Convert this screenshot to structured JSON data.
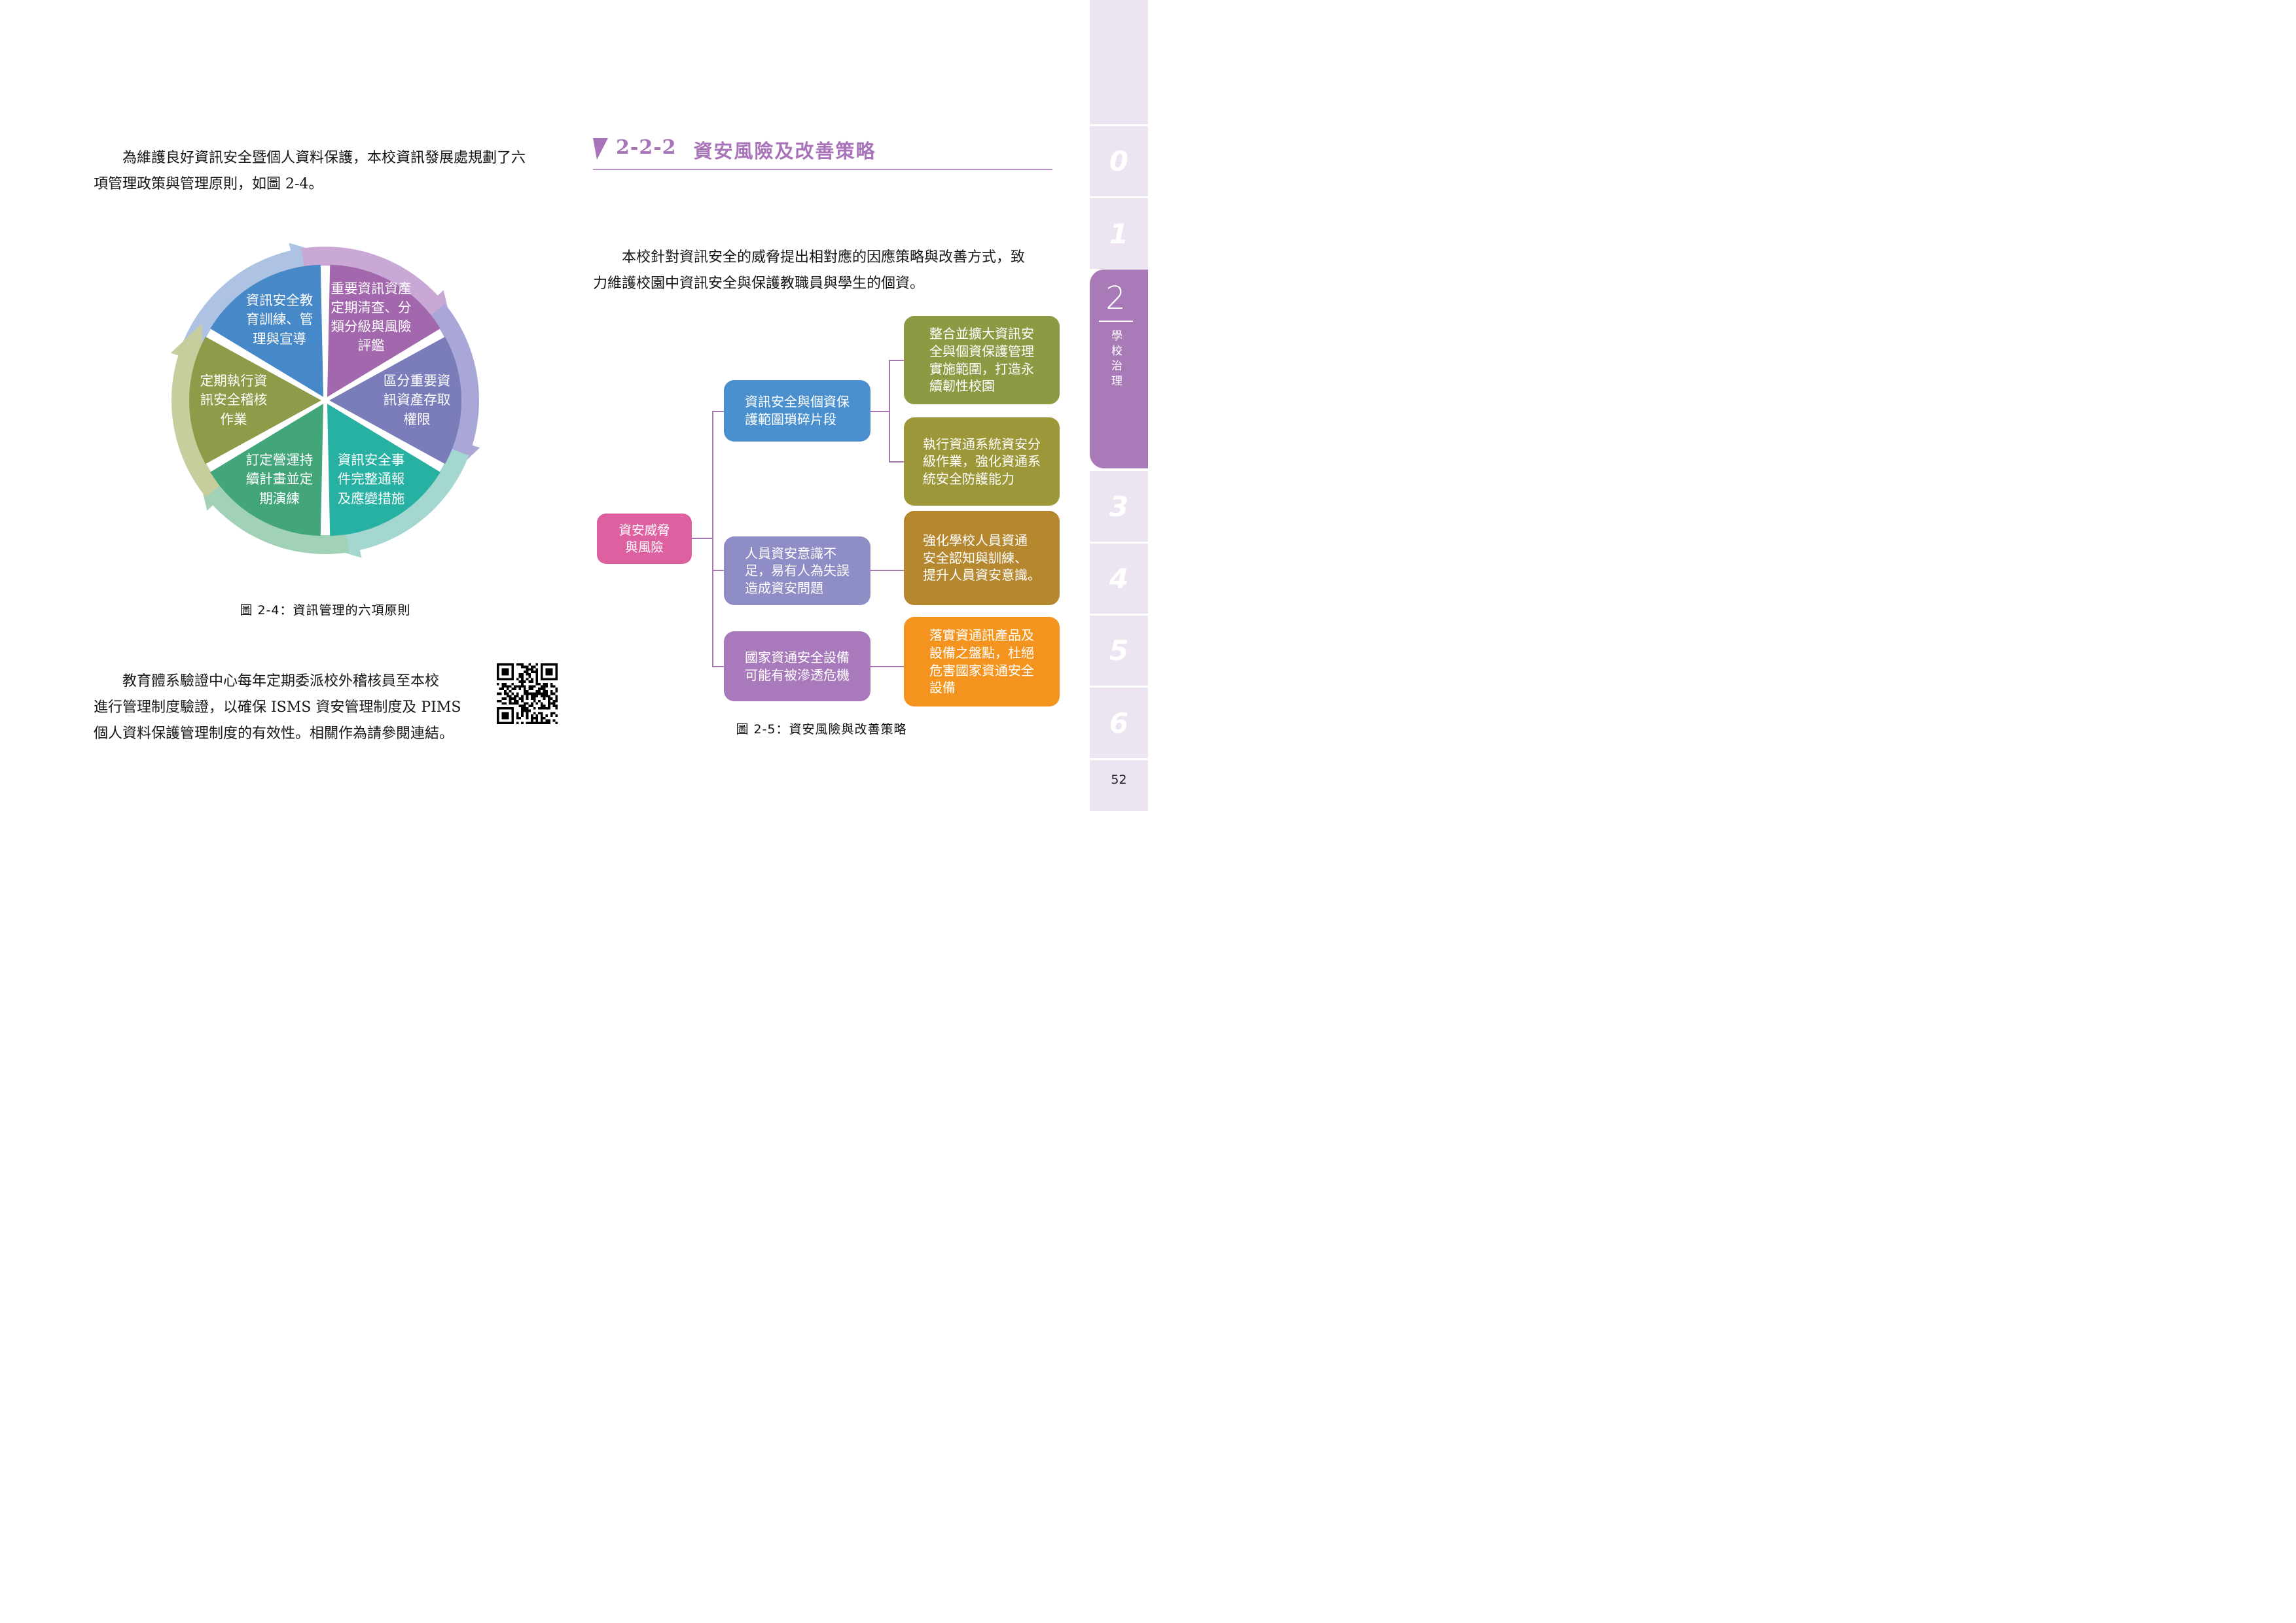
{
  "accent_color": "#a873b8",
  "connector_color": "#a576b0",
  "left_column": {
    "para1": "　　為維護良好資訊安全暨個人資料保護，本校資訊發展處規劃了六\n項管理政策與管理原則，如圖 2-4。",
    "para2": "　　教育體系驗證中心每年定期委派校外稽核員至本校\n進行管理制度驗證，以確保 ISMS 資安管理制度及 PIMS\n個人資料保護管理制度的有效性。相關作為請參閱連結。"
  },
  "right_column": {
    "heading_number": "2-2-2",
    "heading_title": "資安風險及改善策略",
    "para": "　　本校針對資訊安全的威脅提出相對應的因應策略與改善方式，致\n力維護校園中資訊安全與保護教職員與學生的個資。"
  },
  "figure24": {
    "caption": "圖 2-4：資訊管理的六項原則",
    "segments": [
      {
        "label": "資訊安全教\n育訓練、管\n理與宣導",
        "color": "#4788c8",
        "arc_color": "#aec3e3"
      },
      {
        "label": "重要資訊資產\n定期清查、分\n類分級與風險\n評鑑",
        "color": "#a267ad",
        "arc_color": "#c9a8d5"
      },
      {
        "label": "區分重要資\n訊資產存取\n權限",
        "color": "#7b7cba",
        "arc_color": "#a8a7d7"
      },
      {
        "label": "資訊安全事\n件完整通報\n及應變措施",
        "color": "#27b1a3",
        "arc_color": "#a3d7d0"
      },
      {
        "label": "訂定營運持\n續計畫並定\n期演練",
        "color": "#43a67b",
        "arc_color": "#a1d1b6"
      },
      {
        "label": "定期執行資\n訊安全稽核\n作業",
        "color": "#8d9c48",
        "arc_color": "#c7cd9d"
      }
    ]
  },
  "figure25": {
    "caption": "圖 2-5：資安風險與改善策略",
    "root": {
      "label": "資安威脅\n與風險",
      "color": "#dd61a0"
    },
    "threats": [
      {
        "label": "資訊安全與個資保\n護範圍瑣碎片段",
        "color": "#4a8fce"
      },
      {
        "label": "人員資安意識不\n足，易有人為失誤\n造成資安問題",
        "color": "#8f8dc6"
      },
      {
        "label": "國家資通安全設備\n可能有被滲透危機",
        "color": "#a87abb"
      }
    ],
    "strategies": [
      {
        "label": "整合並擴大資訊安\n全與個資保護管理\n實施範圍，打造永\n續韌性校園",
        "color": "#8d9a44"
      },
      {
        "label": "執行資通系統資安分\n級作業，強化資通系\n統安全防護能力",
        "color": "#9c9738"
      },
      {
        "label": "強化學校人員資通\n安全認知與訓練、\n提升人員資安意識。",
        "color": "#b5872f"
      },
      {
        "label": "落實資通訊產品及\n設備之盤點，杜絕\n危害國家資通安全\n設備",
        "color": "#f4941f"
      }
    ]
  },
  "sidebar": {
    "strip_color": "#ece4f0",
    "active_color": "#a87ab7",
    "tabs": [
      {
        "label": ""
      },
      {
        "label": "0"
      },
      {
        "label": "1"
      },
      {
        "label": "2",
        "sublabel": "學校治理",
        "active": true
      },
      {
        "label": "3"
      },
      {
        "label": "4"
      },
      {
        "label": "5"
      },
      {
        "label": "6"
      }
    ],
    "page_number": "52"
  },
  "icons": {
    "qr": "qr-code",
    "marker": "section-triangle-icon"
  }
}
